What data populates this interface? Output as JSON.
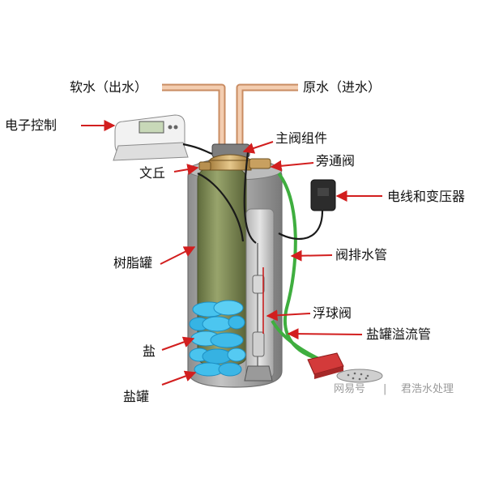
{
  "labels": {
    "soft_water": "软水（出水）",
    "raw_water": "原水（进水）",
    "electronic_control": "电子控制",
    "main_valve": "主阀组件",
    "venturi": "文丘",
    "bypass_valve": "旁通阀",
    "wire_transformer": "电线和变压器",
    "resin_tank": "树脂罐",
    "drain_pipe": "阀排水管",
    "float_valve": "浮球阀",
    "salt": "盐",
    "brine_overflow": "盐罐溢流管",
    "brine_tank": "盐罐"
  },
  "watermark": {
    "left": "网易号",
    "separator": "|",
    "right": "君浩水处理"
  },
  "colors": {
    "arrow": "#d21e1e",
    "pipe": "#e8b48c",
    "resin_tank": "#7e8a55",
    "brine_tank": "#a9a9a9",
    "hose_green": "#3fae3f",
    "salt_blue": "#39b6e6",
    "brass": "#c8a060"
  }
}
